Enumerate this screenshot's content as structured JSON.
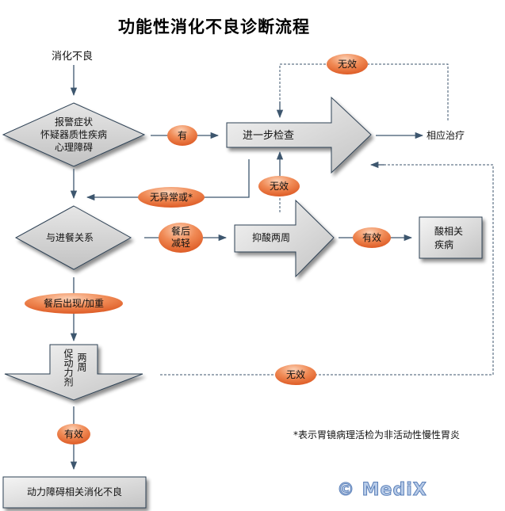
{
  "title": "功能性消化不良诊断流程",
  "start_label": "消化不良",
  "nodes": {
    "alarm_diamond": [
      "报警症状",
      "怀疑器质性疾病",
      "心理障碍"
    ],
    "further_exam": "进一步检查",
    "corresponding_treatment": "相应治疗",
    "meal_diamond": "与进餐关系",
    "acid_suppression": "抑酸两周",
    "acid_related": [
      "酸相关",
      "疾病"
    ],
    "prokinetic": [
      "促动力剂",
      "两周"
    ],
    "motility_dyspepsia": "动力障碍相关消化不良"
  },
  "edge_labels": {
    "yes": "有",
    "ineffective_top": "无效",
    "no_abnormal": "无异常或*",
    "ineffective_mid": "无效",
    "relieved_after_meal": [
      "餐后",
      "减轻"
    ],
    "effective_acid": "有效",
    "worse_after_meal": "餐后出现/加重",
    "ineffective_bottom": "无效",
    "effective_bottom": "有效"
  },
  "footnote": "*表示胃镜病理活检为非活动性慢性胃炎",
  "watermark": "© MediX",
  "colors": {
    "line": "#3d566e",
    "pill_top": "#fbb894",
    "pill_bottom": "#e0581c",
    "shape_fill_top": "#f2f2f2",
    "shape_fill_bottom": "#c9c9c9",
    "shape_stroke": "#2f4255"
  }
}
